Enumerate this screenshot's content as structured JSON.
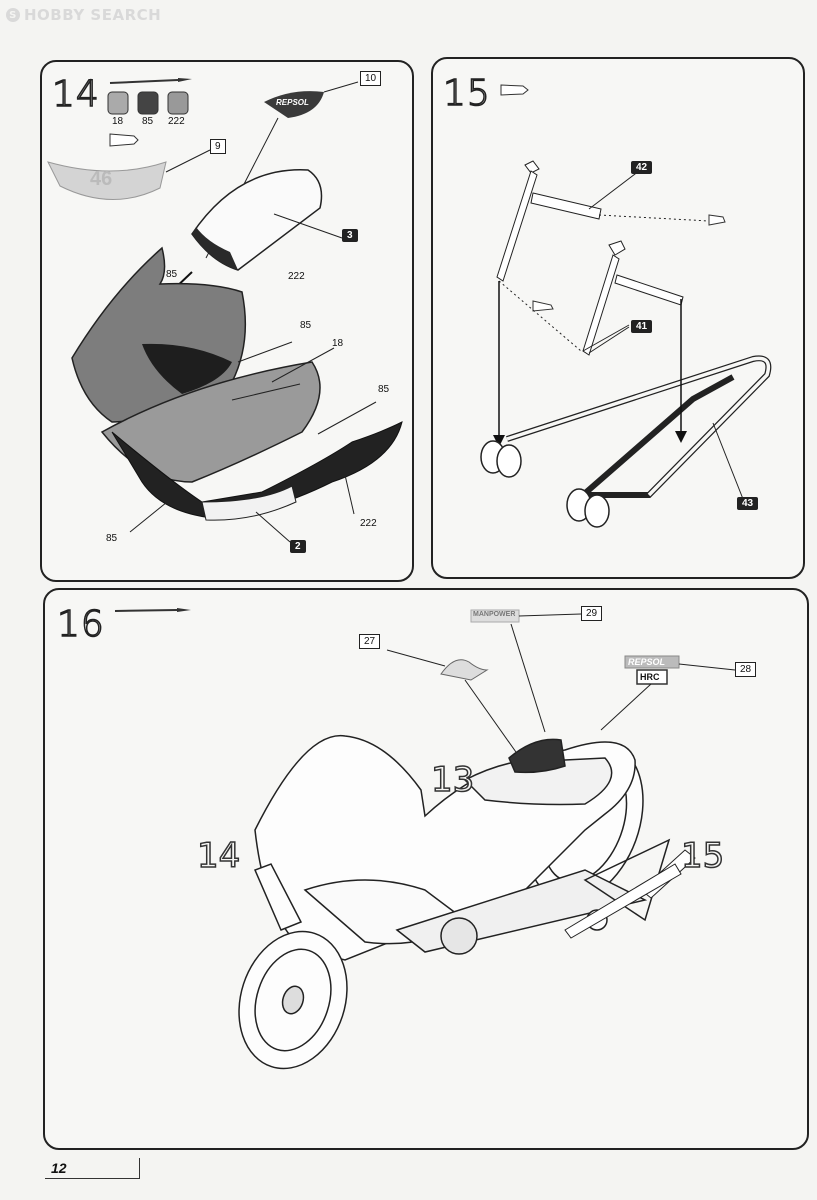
{
  "watermark": {
    "logo": "S",
    "text": "HOBBY SEARCH"
  },
  "page_number": "12",
  "steps": {
    "s14": {
      "number": "14",
      "paint_chips": [
        "18",
        "85",
        "222"
      ],
      "decals": {
        "repsol_visor": "10",
        "number_decal": "9"
      },
      "parts": {
        "screen": "3",
        "lower_cowl": "2"
      },
      "color_callouts": {
        "c1": "85",
        "c2": "222",
        "c3": "85",
        "c4": "18",
        "c5": "85",
        "c6": "85",
        "c7": "222"
      },
      "decal_text": {
        "repsol": "REPSOL",
        "number": "46"
      }
    },
    "s15": {
      "number": "15",
      "parts": {
        "bar": "42",
        "arm": "41",
        "stand": "43"
      }
    },
    "s16": {
      "number": "16",
      "decals": {
        "d27": "27",
        "d28": "28",
        "d29": "29"
      },
      "decal_text": {
        "repsol": "REPSOL",
        "hrc": "HRC",
        "manpower": "MANPOWER"
      },
      "callouts": {
        "a": "14",
        "b": "13",
        "c": "15"
      }
    }
  }
}
